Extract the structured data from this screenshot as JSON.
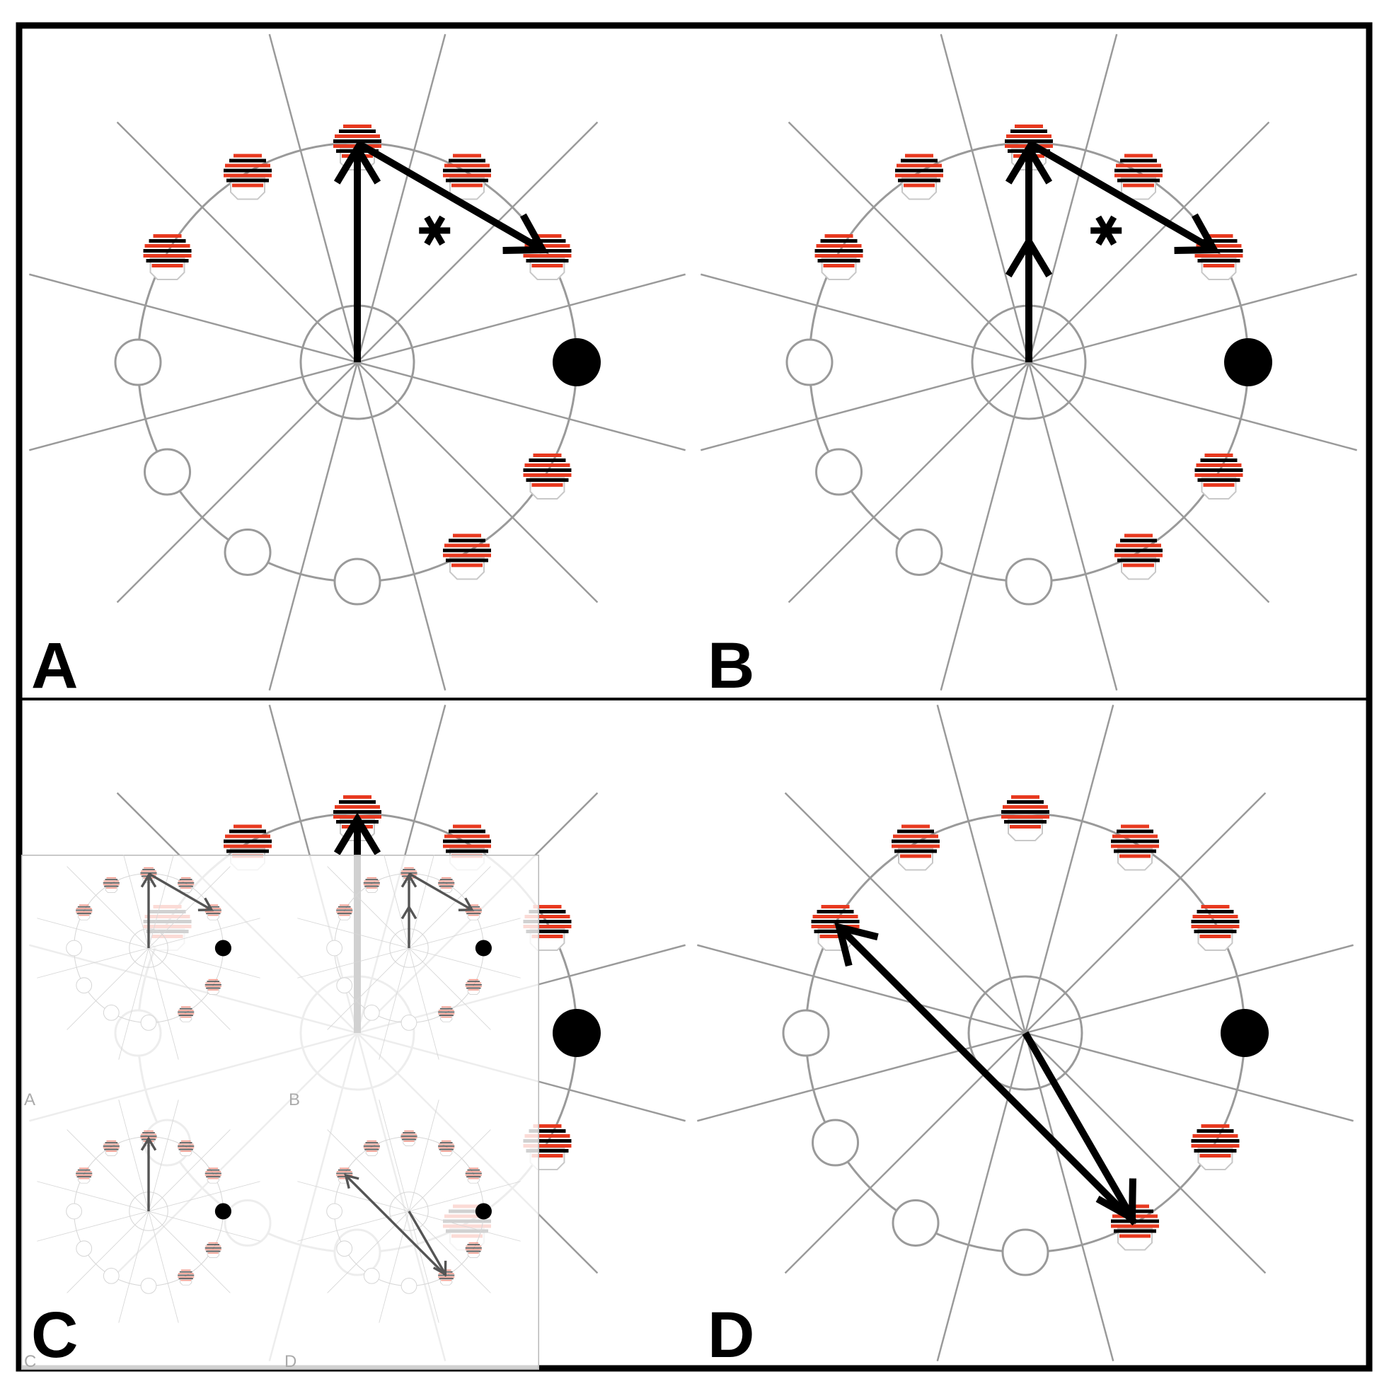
{
  "colors": {
    "grid": "#9a9a9a",
    "red": "#e8391f",
    "black": "#000000",
    "empty_ring": "#9a9a9a",
    "inset_grid": "#d6d6d6",
    "inset_red": "#f19a8c",
    "inset_teal": "#8fc9c9"
  },
  "icons": {
    "striped_target": "striped-target-icon",
    "empty_target": "empty-target-icon",
    "filled_target": "filled-target-icon",
    "vector_arrow": "vector-arrow-icon",
    "asterisk": "asterisk-icon"
  },
  "panels": [
    {
      "label": "A",
      "markers": [
        "stripe",
        "stripe",
        "stripe",
        "stripe",
        "stripe",
        "stripe",
        "empty",
        "empty",
        "empty",
        "empty",
        "filled",
        "stripe"
      ],
      "arrows": [
        {
          "from": "center",
          "to": 0,
          "kind": "single"
        },
        {
          "from": 0,
          "to": 11,
          "kind": "single",
          "star": true
        }
      ],
      "inset": false
    },
    {
      "label": "B",
      "markers": [
        "stripe",
        "stripe",
        "stripe",
        "stripe",
        "stripe",
        "stripe",
        "empty",
        "empty",
        "empty",
        "empty",
        "filled",
        "stripe"
      ],
      "arrows": [
        {
          "from": "center",
          "to": 0,
          "kind": "double"
        },
        {
          "from": 0,
          "to": 11,
          "kind": "single",
          "star": true
        }
      ],
      "inset": false
    },
    {
      "label": "C",
      "markers": [
        "stripe",
        "stripe",
        "stripe",
        "stripe",
        "stripe",
        "stripe",
        "empty",
        "empty",
        "empty",
        "empty",
        "filled",
        "stripe"
      ],
      "arrows": [
        {
          "from": "center",
          "to": 0,
          "kind": "single"
        }
      ],
      "inset": true,
      "inset_labels": [
        "A",
        "B",
        "C",
        "D"
      ]
    },
    {
      "label": "D",
      "markers": [
        "stripe",
        "stripe",
        "stripe",
        "stripe",
        "stripe",
        "stripe",
        "empty",
        "empty",
        "empty",
        "empty",
        "filled",
        "stripe"
      ],
      "arrows": [
        {
          "from": "center",
          "to": 5,
          "kind": "single"
        },
        {
          "from": 5,
          "to": 2,
          "kind": "single"
        }
      ],
      "inset": false
    }
  ]
}
